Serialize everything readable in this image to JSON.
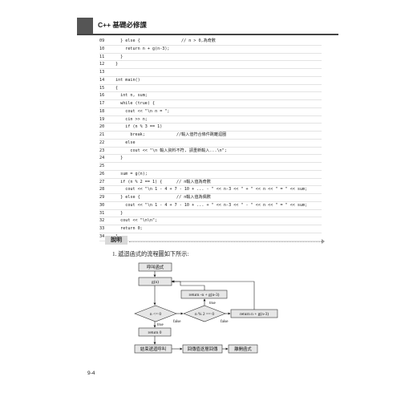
{
  "header": {
    "title": "C++ 基礎必修課"
  },
  "code": [
    {
      "ln": "09",
      "text": "  } else {",
      "comment": "// n > 0,為奇數",
      "cpos": 102
    },
    {
      "ln": "10",
      "text": "    return n + g(n-3);",
      "comment": "",
      "cpos": 0
    },
    {
      "ln": "11",
      "text": "  }",
      "comment": "",
      "cpos": 0
    },
    {
      "ln": "12",
      "text": "}",
      "comment": "",
      "cpos": 0
    },
    {
      "ln": "13",
      "text": "",
      "comment": "",
      "cpos": 0
    },
    {
      "ln": "14",
      "text": "int main()",
      "comment": "",
      "cpos": 0
    },
    {
      "ln": "15",
      "text": "{",
      "comment": "",
      "cpos": 0
    },
    {
      "ln": "16",
      "text": "  int n, sum;",
      "comment": "",
      "cpos": 0
    },
    {
      "ln": "17",
      "text": "  while (true) {",
      "comment": "",
      "cpos": 0
    },
    {
      "ln": "18",
      "text": "    cout << \"\\n n = \";",
      "comment": "",
      "cpos": 0
    },
    {
      "ln": "19",
      "text": "    cin >> n;",
      "comment": "",
      "cpos": 0
    },
    {
      "ln": "20",
      "text": "    if (n % 3 == 1)",
      "comment": "",
      "cpos": 0
    },
    {
      "ln": "21",
      "text": "      break;",
      "comment": "//輸入值符合條件跳離迴圈",
      "cpos": 96
    },
    {
      "ln": "22",
      "text": "    else",
      "comment": "",
      "cpos": 0
    },
    {
      "ln": "23",
      "text": "      cout << \"\\n 輸入資料不符, 請重新輸入...\\n\";",
      "comment": "",
      "cpos": 0
    },
    {
      "ln": "24",
      "text": "  }",
      "comment": "",
      "cpos": 0
    },
    {
      "ln": "25",
      "text": "",
      "comment": "",
      "cpos": 0
    },
    {
      "ln": "26",
      "text": "  sum = g(n);",
      "comment": "",
      "cpos": 0
    },
    {
      "ln": "27",
      "text": "  if (n % 2 == 1) {",
      "comment": "// n輸入值為奇數",
      "cpos": 96
    },
    {
      "ln": "28",
      "text": "    cout << \"\\n 1 - 4 + 7 - 10 + ... - \" << n-3 << \" + \" << n << \" = \" << sum;",
      "comment": "",
      "cpos": 0
    },
    {
      "ln": "29",
      "text": "  } else {",
      "comment": "// n輸入值為偶數",
      "cpos": 96
    },
    {
      "ln": "30",
      "text": "    cout << \"\\n 1 - 4 + 7 - 10 + ... + \" << n-3 << \" - \" << n << \" = \" << sum;",
      "comment": "",
      "cpos": 0
    },
    {
      "ln": "31",
      "text": "  }",
      "comment": "",
      "cpos": 0
    },
    {
      "ln": "32",
      "text": "  cout << \"\\n\\n\";",
      "comment": "",
      "cpos": 0
    },
    {
      "ln": "33",
      "text": "  return 0;",
      "comment": "",
      "cpos": 0
    },
    {
      "ln": "34",
      "text": "}",
      "comment": "",
      "cpos": 0
    }
  ],
  "section": {
    "badge": "說明"
  },
  "explain": {
    "text": "1. 遞迴函式的流程圖如下所示:"
  },
  "flow": {
    "call": "呼叫函式",
    "gn": "g(n)",
    "cond1": "n <= 0",
    "cond2": "n % 2 == 0",
    "ret_neg": "return -n + g(n-3)",
    "ret_pos": "return n + g(n-3)",
    "ret0": "return 0",
    "true_label": "true",
    "false_label": "false",
    "end_call": "結束遞迴呼叫",
    "return_layer": "回傳值逐層回傳",
    "leave": "離開函式"
  },
  "footer": {
    "page": "9-4"
  }
}
